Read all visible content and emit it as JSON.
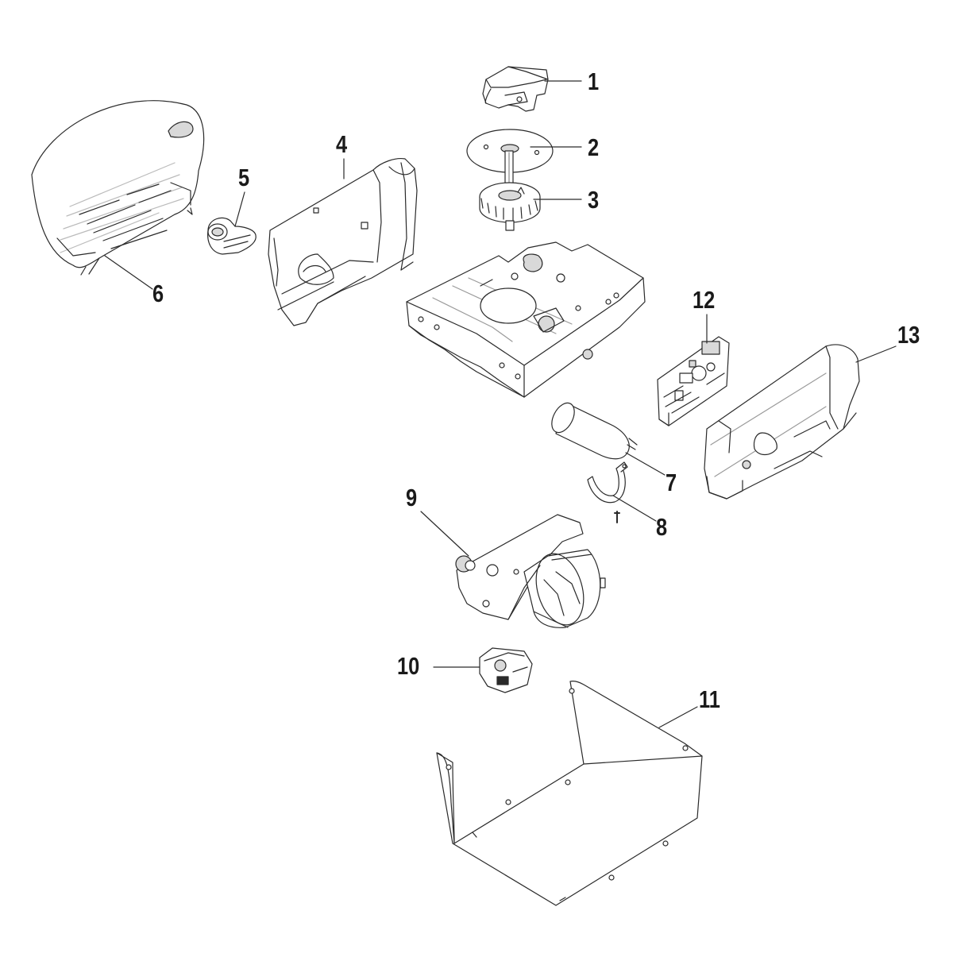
{
  "diagram": {
    "callouts": [
      {
        "id": "1",
        "label": "1"
      },
      {
        "id": "2",
        "label": "2"
      },
      {
        "id": "3",
        "label": "3"
      },
      {
        "id": "4",
        "label": "4"
      },
      {
        "id": "5",
        "label": "5"
      },
      {
        "id": "6",
        "label": "6"
      },
      {
        "id": "7",
        "label": "7"
      },
      {
        "id": "8",
        "label": "8"
      },
      {
        "id": "9",
        "label": "9"
      },
      {
        "id": "10",
        "label": "10"
      },
      {
        "id": "11",
        "label": "11"
      },
      {
        "id": "12",
        "label": "12"
      },
      {
        "id": "13",
        "label": "13"
      }
    ],
    "colors": {
      "line": "#2a2a2a",
      "fill": "#ffffff",
      "shade": "#d9d9d9",
      "text": "#1a1a1a"
    }
  }
}
